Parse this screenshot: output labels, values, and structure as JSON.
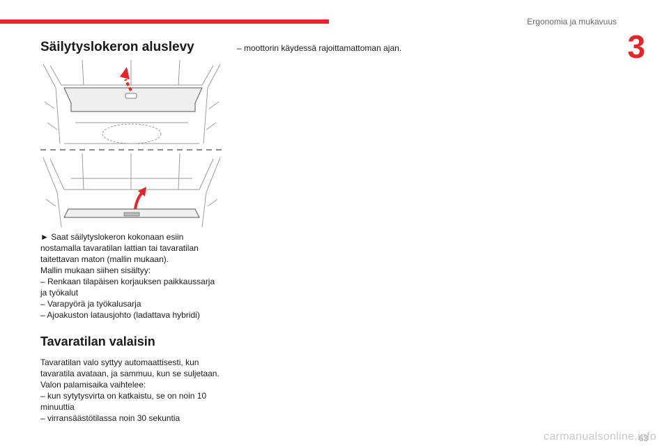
{
  "header": {
    "section_title": "Ergonomia ja mukavuus",
    "chapter_number": "3",
    "accent_color": "#e8232a"
  },
  "section1": {
    "title": "Säilytyslokeron aluslevy",
    "lines": [
      "► Saat säilytyslokeron kokonaan esiin",
      "nostamalla tavaratilan lattian tai tavaratilan",
      "taitettavan maton (mallin mukaan).",
      "Mallin mukaan siihen sisältyy:",
      "– Renkaan tilapäisen korjauksen paikkaussarja",
      "ja työkalut",
      "– Varapyörä ja työkalusarja",
      "– Ajoakuston latausjohto (ladattava hybridi)"
    ]
  },
  "section2": {
    "title": "Tavaratilan valaisin",
    "lines": [
      "Tavaratilan valo syttyy automaattisesti, kun",
      "tavaratila avataan, ja sammuu, kun se suljetaan.",
      "Valon palamisaika vaihtelee:",
      "– kun sytytysvirta on katkaistu, se on noin 10",
      "minuuttia",
      "– virransäästötilassa noin 30 sekuntia"
    ]
  },
  "column2": {
    "line": "– moottorin käydessä rajoittamattoman ajan."
  },
  "figure": {
    "icon": "trunk-floor-illustration",
    "arrow_color": "#e8232a"
  },
  "footer": {
    "page_number": "63",
    "watermark": "carmanualsonline.info"
  }
}
